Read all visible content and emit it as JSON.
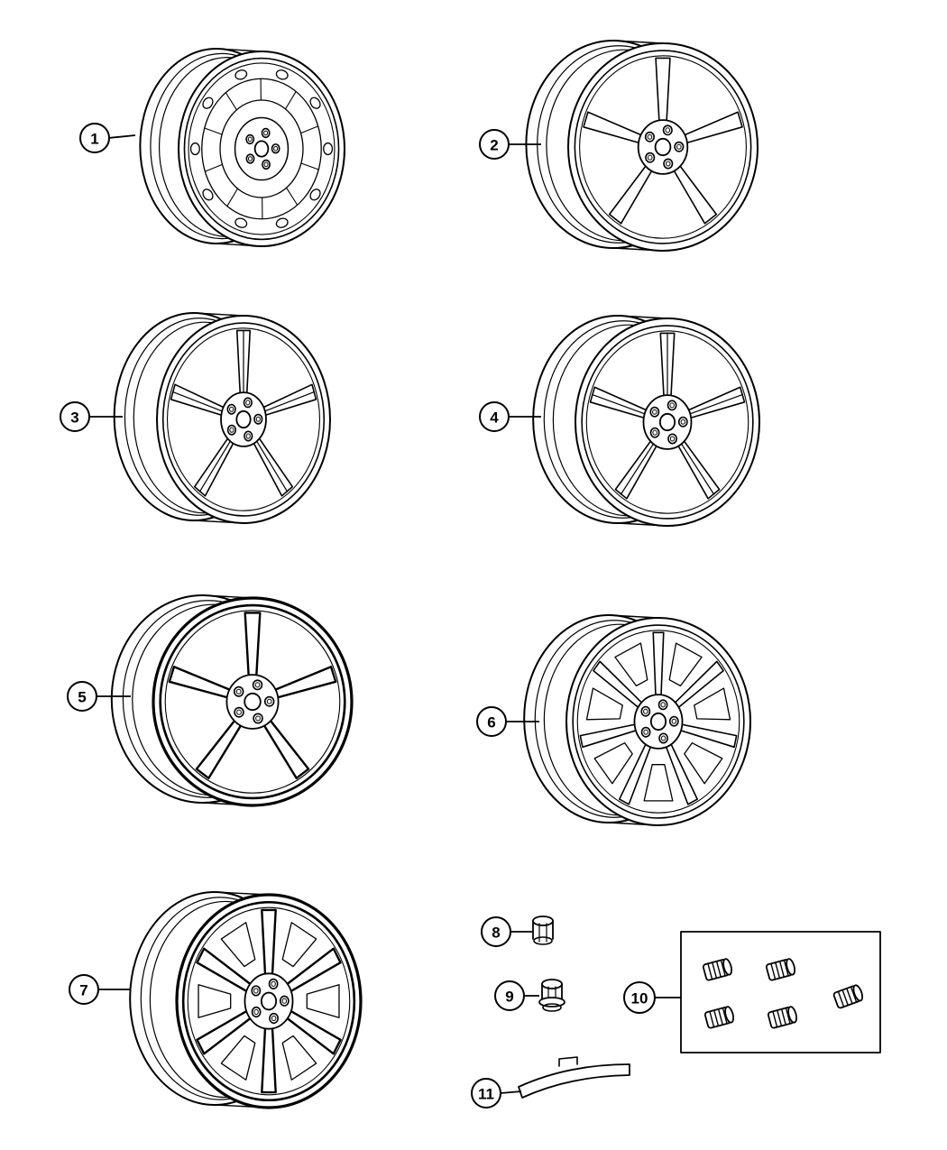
{
  "callouts": {
    "c1": "1",
    "c2": "2",
    "c3": "3",
    "c4": "4",
    "c5": "5",
    "c6": "6",
    "c7": "7",
    "c8": "8",
    "c9": "9",
    "c10": "10",
    "c11": "11"
  },
  "parts": {
    "p1": "wheel-steel-icon",
    "p2": "wheel-aluminum-5-spoke-icon",
    "p3": "wheel-aluminum-split-spoke-icon",
    "p4": "wheel-aluminum-twin-spoke-icon",
    "p5": "wheel-aluminum-5-spoke-chrome-icon",
    "p6": "wheel-aluminum-multi-window-icon",
    "p7": "wheel-aluminum-6-spoke-icon",
    "p8": "lug-nut-icon",
    "p9": "lug-nut-flanged-icon",
    "p10": "wheel-lock-kit-icon",
    "p11": "wheel-weight-icon"
  },
  "colors": {
    "line": "#000000",
    "background": "#ffffff"
  }
}
